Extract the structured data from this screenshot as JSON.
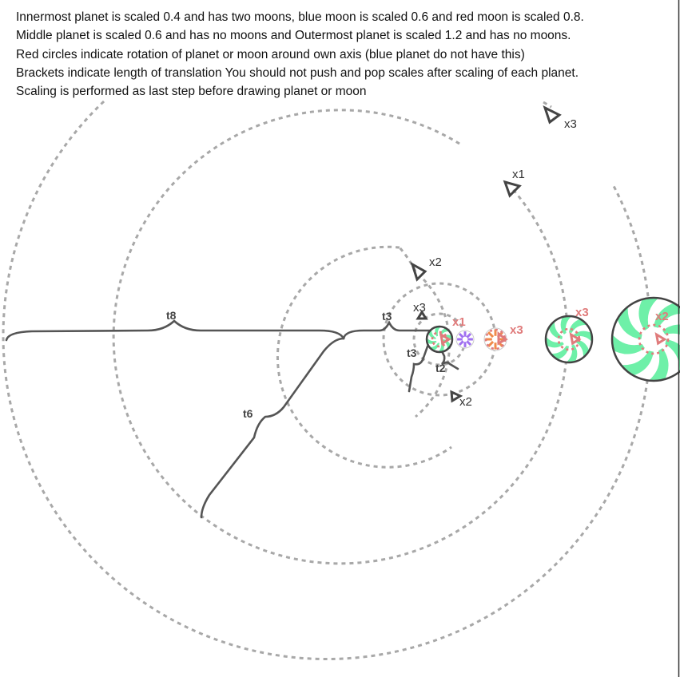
{
  "instructions": [
    "Innermost planet is scaled 0.4 and has two moons, blue moon is scaled 0.6 and red moon is scaled 0.8.",
    "Middle planet is scaled 0.6 and has no moons and Outermost planet is scaled 1.2 and has no moons.",
    "Red circles indicate rotation of planet or moon around own axis (blue planet do not have this)",
    "Brackets indicate length of translation You should not push and pop scales after scaling of each planet.",
    "Scaling is performed as last step before drawing planet or moon"
  ],
  "brackets": {
    "t8": "t8",
    "t3_a": "t3",
    "t6": "t6",
    "t3_b": "t3",
    "t2": "t2"
  },
  "orbit_speed_labels": {
    "outer": "x3",
    "middle": "x1",
    "mid_inner": "x2",
    "blue_moon": "x3",
    "red_moon": "x2"
  },
  "spin_labels": {
    "inner_planet": "x1",
    "red_moon": "x3",
    "middle_planet": "x3",
    "outer_planet": "x2"
  },
  "colors": {
    "planet": "#6ef0a8",
    "blue_moon": "#a070f0",
    "red_moon": "#f08a4a",
    "spin": "#e07b7b",
    "orbit": "#a8a8a8"
  }
}
